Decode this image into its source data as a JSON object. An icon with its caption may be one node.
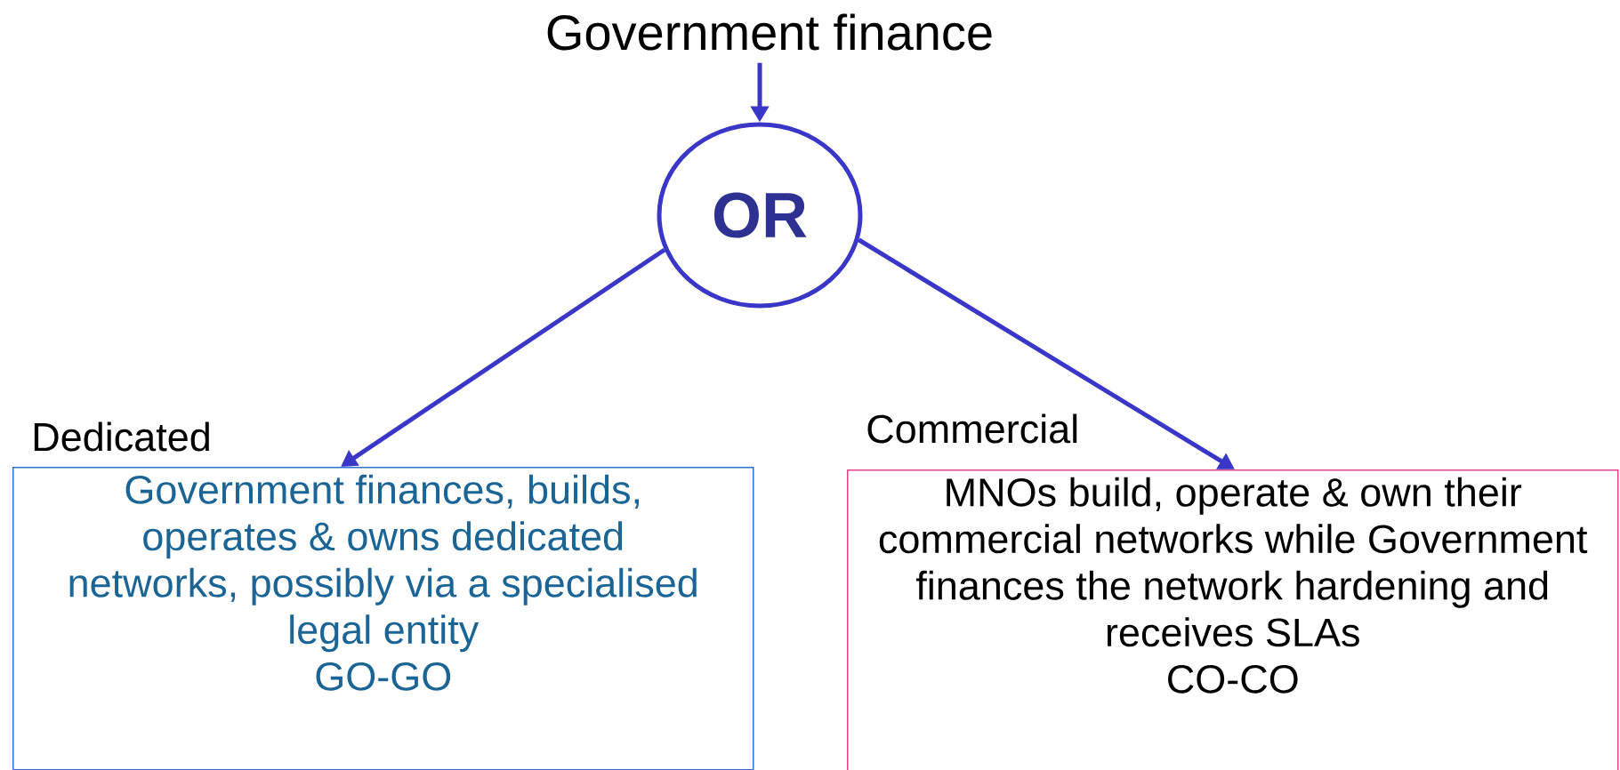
{
  "diagram": {
    "nodes": [
      {
        "text": [
          "Government finance"
        ]
      },
      {
        "text": [
          "OR"
        ]
      },
      {
        "text": [
          "Dedicated",
          "Government finances, builds, operates & owns dedicated networks, possibly via a specialised legal entity",
          "GO-GO"
        ]
      },
      {
        "text": [
          "Commercial",
          "MNOs build, operate & own their commercial networks while Government finances the network hardening and receives SLAs",
          "CO-CO"
        ]
      }
    ],
    "edges": [
      {
        "from": 0,
        "to": 1,
        "arrow": "to"
      },
      {
        "from": 1,
        "to": 2,
        "arrow": "to"
      },
      {
        "from": 1,
        "to": 3,
        "arrow": "to"
      }
    ]
  }
}
